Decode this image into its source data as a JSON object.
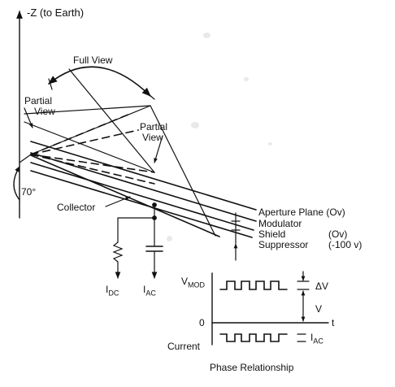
{
  "axis_label": "-Z (to Earth)",
  "view_labels": {
    "full": "Full View",
    "partial_left_line1": "Partial",
    "partial_left_line2": "View",
    "partial_right_line1": "Partial",
    "partial_right_line2": "View"
  },
  "angle_label": "70°",
  "collector_label": "Collector",
  "layers": {
    "aperture": "Aperture Plane (Ov)",
    "modulator": "Modulator",
    "shield": "Shield",
    "shield_value": "(Ov)",
    "suppressor": "Suppressor",
    "suppressor_value": "(-100 v)"
  },
  "outputs": {
    "idc_main": "I",
    "idc_sub": "DC",
    "iac_main": "I",
    "iac_sub": "AC"
  },
  "timing": {
    "vmod_main": "V",
    "vmod_sub": "MOD",
    "zero": "0",
    "t": "t",
    "delta_v": "ΔV",
    "v": "V",
    "current": "Current",
    "iac_main": "I",
    "iac_sub": "AC",
    "caption": "Phase Relationship"
  },
  "colors": {
    "ink": "#111111",
    "background": "#ffffff"
  }
}
